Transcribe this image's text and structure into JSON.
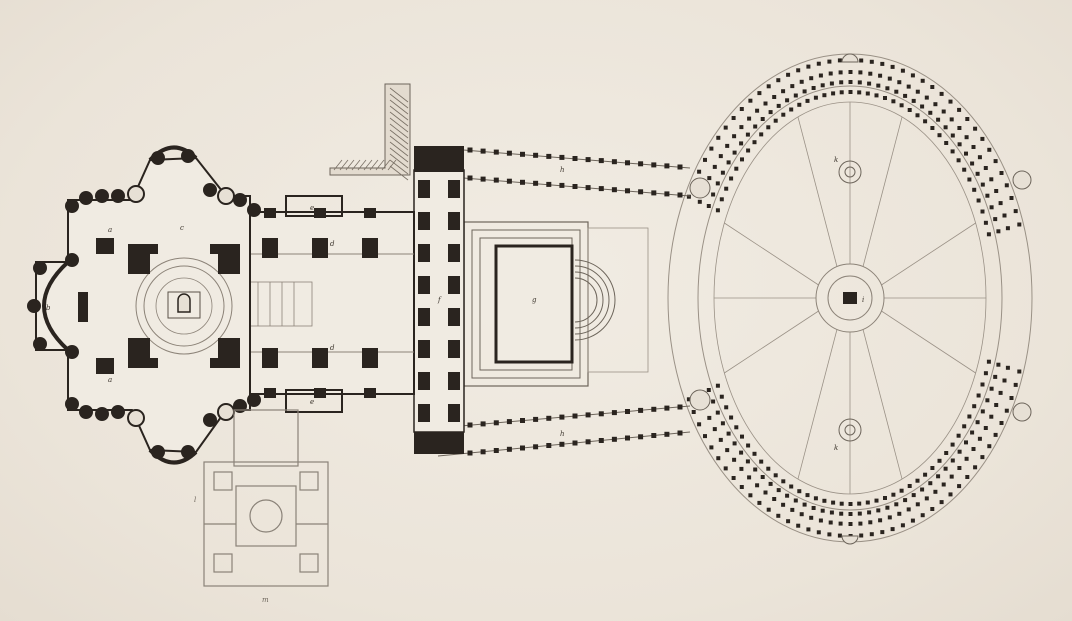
{
  "plate": {
    "paper_color": "#ece6dc",
    "ink_color": "#2a241f",
    "line_color": "#8c8378",
    "annex_color": "#8a8278"
  },
  "labels": {
    "transept_north": "a",
    "transept_south": "a",
    "apse": "b",
    "crossing": "c",
    "nave_upper": "d",
    "nave_lower": "d",
    "side_chapel_north": "e",
    "side_chapel_south": "e",
    "portico": "f",
    "atrium": "g",
    "gallery_north": "h",
    "gallery_south": "h",
    "obelisk": "i",
    "fountain_north": "k",
    "fountain_south": "k",
    "sacristy_top": "l",
    "sacristy_bottom": "m"
  }
}
